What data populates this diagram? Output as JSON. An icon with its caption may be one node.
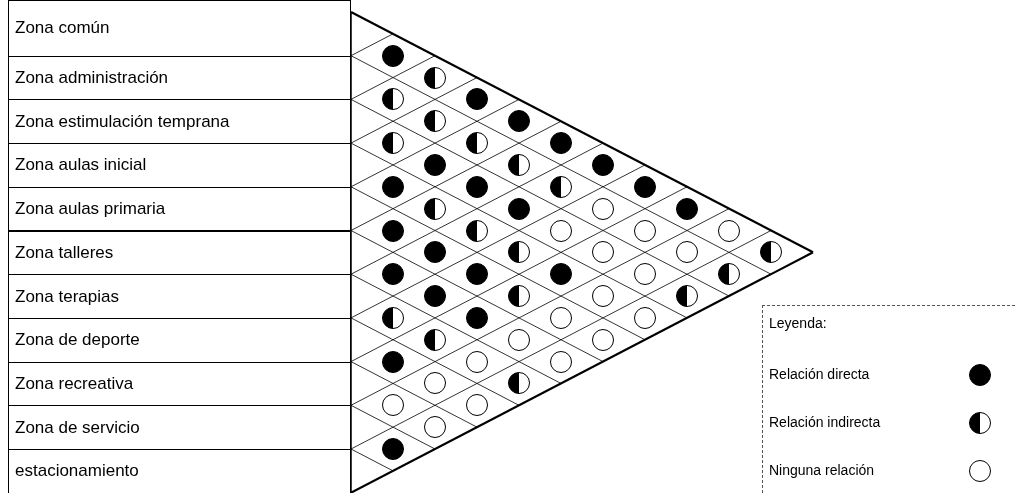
{
  "diagram": {
    "nodes": [
      {
        "text": [
          "Zona común"
        ]
      },
      {
        "text": [
          "Zona  administración"
        ]
      },
      {
        "text": [
          "Zona  estimulación temprana"
        ]
      },
      {
        "text": [
          "Zona aulas inicial"
        ]
      },
      {
        "text": [
          "Zona aulas primaria"
        ]
      },
      {
        "text": [
          "Zona talleres"
        ]
      },
      {
        "text": [
          "Zona terapias"
        ]
      },
      {
        "text": [
          "Zona de deporte"
        ]
      },
      {
        "text": [
          "Zona recreativa"
        ]
      },
      {
        "text": [
          "Zona de servicio"
        ]
      },
      {
        "text": [
          "estacionamiento"
        ]
      },
      {
        "text": [],
        "shape": "disc"
      },
      {
        "text": [],
        "shape": "half-disc"
      },
      {
        "text": [],
        "shape": "half-disc"
      },
      {
        "text": [],
        "shape": "disc"
      },
      {
        "text": [],
        "shape": "half-disc"
      },
      {
        "text": [],
        "shape": "disc"
      },
      {
        "text": [],
        "shape": "half-disc"
      },
      {
        "text": [],
        "shape": "half-disc"
      },
      {
        "text": [],
        "shape": "disc"
      },
      {
        "text": [],
        "shape": "disc"
      },
      {
        "text": [],
        "shape": "half-disc"
      },
      {
        "text": [],
        "shape": "disc"
      },
      {
        "text": [],
        "shape": "disc"
      },
      {
        "text": [],
        "shape": "disc"
      },
      {
        "text": [],
        "shape": "half-disc"
      },
      {
        "text": [],
        "shape": "disc"
      },
      {
        "text": [],
        "shape": "half-disc"
      },
      {
        "text": [],
        "shape": "disc"
      },
      {
        "text": [],
        "shape": "circle"
      },
      {
        "text": [],
        "shape": "disc"
      },
      {
        "text": [],
        "shape": "disc"
      },
      {
        "text": [],
        "shape": "half-disc"
      },
      {
        "text": [],
        "shape": "circle"
      },
      {
        "text": [],
        "shape": "circle"
      },
      {
        "text": [],
        "shape": "circle"
      },
      {
        "text": [],
        "shape": "disc"
      },
      {
        "text": [],
        "shape": "half-disc"
      },
      {
        "text": [],
        "shape": "circle"
      },
      {
        "text": [],
        "shape": "circle"
      },
      {
        "text": [],
        "shape": "half-disc"
      },
      {
        "text": [],
        "shape": "disc"
      },
      {
        "text": [],
        "shape": "disc"
      },
      {
        "text": [],
        "shape": "disc"
      },
      {
        "text": [],
        "shape": "circle"
      },
      {
        "text": [],
        "shape": "half-disc"
      },
      {
        "text": [],
        "shape": "disc"
      },
      {
        "text": [],
        "shape": "half-disc"
      },
      {
        "text": [],
        "shape": "circle"
      },
      {
        "text": [],
        "shape": "half-disc"
      },
      {
        "text": [],
        "shape": "half-disc"
      },
      {
        "text": [],
        "shape": "disc"
      },
      {
        "text": [],
        "shape": "circle"
      },
      {
        "text": [],
        "shape": "circle"
      },
      {
        "text": [],
        "shape": "half-disc"
      },
      {
        "text": [],
        "shape": "circle"
      },
      {
        "text": [],
        "shape": "circle"
      },
      {
        "text": [],
        "shape": "disc"
      },
      {
        "text": [],
        "shape": "circle"
      },
      {
        "text": [],
        "shape": "circle"
      },
      {
        "text": [],
        "shape": "circle"
      },
      {
        "text": [],
        "shape": "half-disc"
      },
      {
        "text": [],
        "shape": "circle"
      },
      {
        "text": [],
        "shape": "circle"
      },
      {
        "text": [],
        "shape": "circle"
      },
      {
        "text": [],
        "shape": "disc"
      }
    ],
    "labels": [
      "Leyenda:"
    ],
    "legend": [
      {
        "text": "Relación directa"
      },
      {
        "text": "Relación indirecta"
      },
      {
        "text": "Ninguna relación"
      }
    ]
  }
}
